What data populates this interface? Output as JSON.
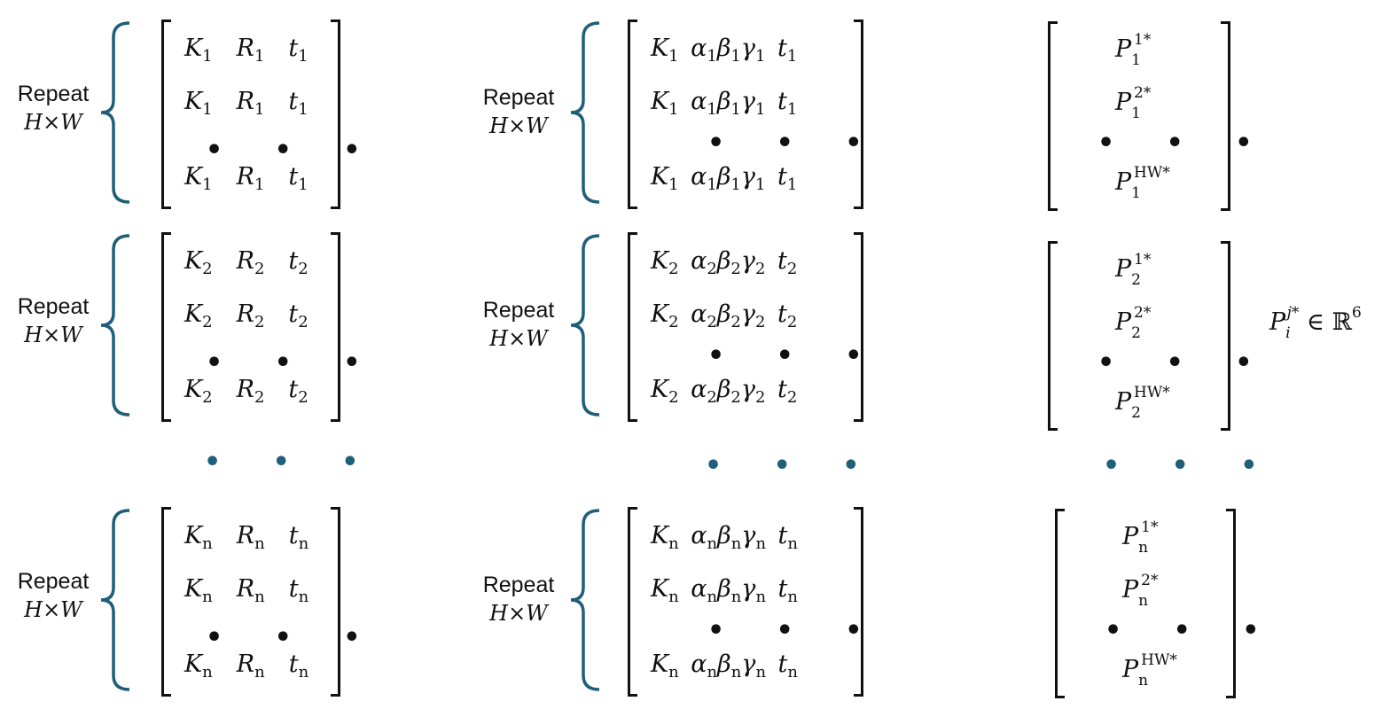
{
  "labels": {
    "repeat": "Repeat",
    "hw": "H×W"
  },
  "colors": {
    "brace": "#1f5f7a",
    "ink": "#111111"
  },
  "sym": {
    "K": "K",
    "R": "R",
    "t": "t",
    "alpha": "α",
    "beta": "β",
    "gamma": "γ",
    "P": "P"
  },
  "subs": [
    "1",
    "2",
    "n"
  ],
  "sups": [
    "1*",
    "2*",
    "HW*"
  ],
  "dots": "• • •",
  "membership": {
    "P": "P",
    "sub": "i",
    "sup": "j*",
    "rel": "∈ ℝ",
    "dim": "6"
  }
}
